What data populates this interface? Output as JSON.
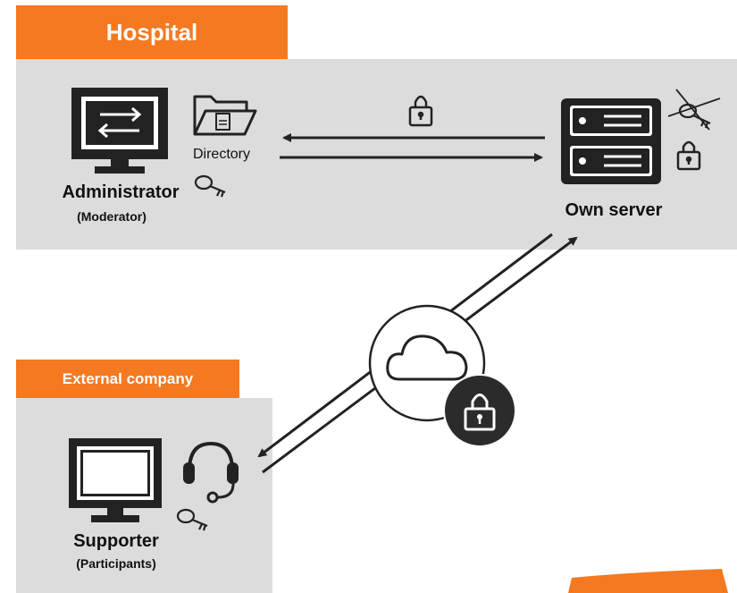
{
  "colors": {
    "accent": "#f47920",
    "panel": "#dcdcdc",
    "icon": "#222222"
  },
  "hospital": {
    "title": "Hospital",
    "administrator": {
      "label": "Administrator",
      "sublabel": "(Moderator)"
    },
    "directory": {
      "label": "Directory"
    },
    "server": {
      "label": "Own server"
    }
  },
  "external": {
    "title": "External company",
    "supporter": {
      "label": "Supporter",
      "sublabel": "(Participants)"
    }
  },
  "icons": [
    "monitor-icon",
    "folder-document-icon",
    "key-icon",
    "lock-icon",
    "server-icon",
    "crossed-key-icon",
    "cloud-icon",
    "headset-icon"
  ]
}
